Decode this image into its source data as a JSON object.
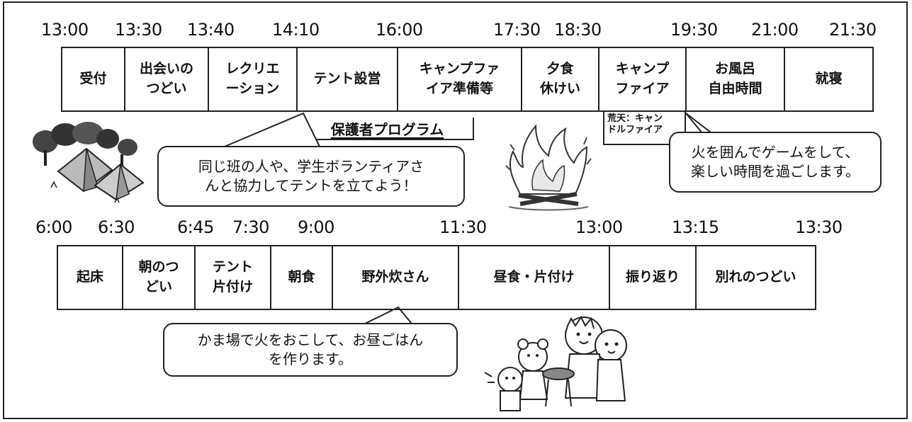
{
  "day1": {
    "times": [
      "13:00",
      "13:30",
      "13:40",
      "14:10",
      "16:00",
      "17:30",
      "18:30",
      "19:30",
      "21:00",
      "21:30"
    ],
    "activities": [
      {
        "label": "受付"
      },
      {
        "label": "出会いの\nつどい"
      },
      {
        "label": "レクリエ\nーション"
      },
      {
        "label": "テント設営"
      },
      {
        "label": "キャンプファ\nイア準備等"
      },
      {
        "label": "夕食\n休けい"
      },
      {
        "label": "キャンプ\nファイア"
      },
      {
        "label": "お風呂\n自由時間"
      },
      {
        "label": "就寝"
      }
    ],
    "guardian_program": "保護者プログラム",
    "rain_note": "荒天：キャン\nドルファイア",
    "tent_callout": "同じ班の人や、学生ボランティアさ\nんと協力してテントを立てよう！",
    "fire_callout": "火を囲んでゲームをして、\n楽しい時間を過ごします。"
  },
  "day2": {
    "times": [
      "6:00",
      "6:30",
      "6:45",
      "7:30",
      "9:00",
      "11:30",
      "13:00",
      "13:15",
      "13:30"
    ],
    "activities": [
      {
        "label": "起床"
      },
      {
        "label": "朝のつ\nどい"
      },
      {
        "label": "テント\n片付け"
      },
      {
        "label": "朝食"
      },
      {
        "label": "野外炊さん"
      },
      {
        "label": "昼食・片付け"
      },
      {
        "label": "振り返り"
      },
      {
        "label": "別れのつどい"
      }
    ],
    "cooking_callout": "かま場で火をおこして、お昼ごはん\nを作ります。"
  },
  "illustrations": [
    {
      "icon": "tent-camp-icon"
    },
    {
      "icon": "campfire-icon"
    },
    {
      "icon": "children-cooking-icon"
    }
  ]
}
